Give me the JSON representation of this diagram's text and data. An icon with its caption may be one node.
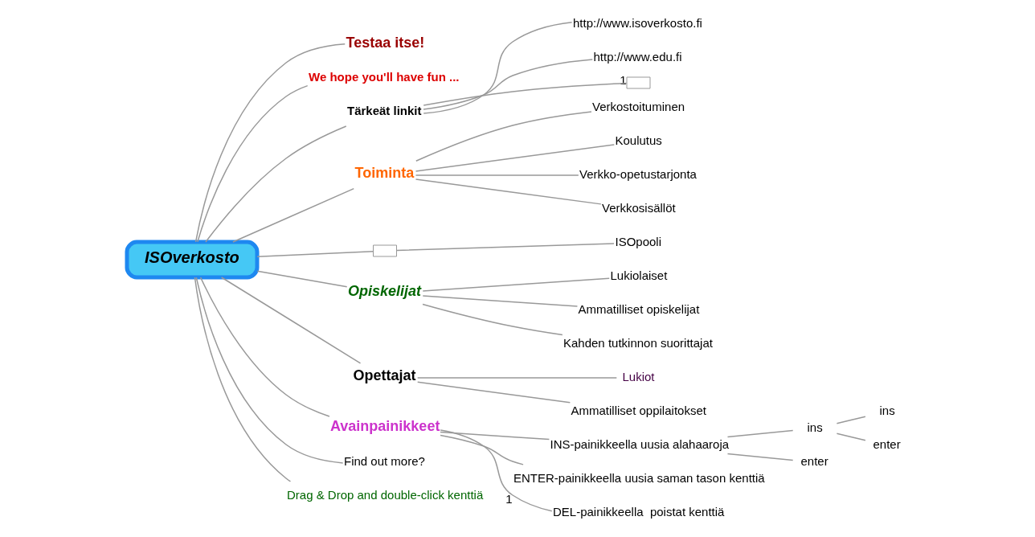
{
  "diagram": {
    "nodes": [
      {
        "text": [
          "ISOverkosto"
        ]
      },
      {
        "text": [
          "Testaa itse!"
        ]
      },
      {
        "text": [
          "We hope you'll have fun ..."
        ]
      },
      {
        "text": [
          "Tärkeät linkit"
        ]
      },
      {
        "text": [
          "http://www.isoverkosto.fi"
        ]
      },
      {
        "text": [
          "http://www.edu.fi"
        ]
      },
      {
        "text": [],
        "shape": "box",
        "beside": [
          "1"
        ]
      },
      {
        "text": [
          "Toiminta"
        ]
      },
      {
        "text": [
          "Verkostoituminen"
        ]
      },
      {
        "text": [
          "Koulutus"
        ]
      },
      {
        "text": [
          "Verkko-opetustarjonta"
        ]
      },
      {
        "text": [
          "Verkkosisällöt"
        ]
      },
      {
        "text": [],
        "shape": "box"
      },
      {
        "text": [
          "ISOpooli"
        ]
      },
      {
        "text": [
          "Opiskelijat"
        ]
      },
      {
        "text": [
          "Lukiolaiset"
        ]
      },
      {
        "text": [
          "Ammatilliset opiskelijat"
        ]
      },
      {
        "text": [
          "Kahden tutkinnon suorittajat"
        ]
      },
      {
        "text": [
          "Opettajat"
        ]
      },
      {
        "text": [
          "Lukiot"
        ]
      },
      {
        "text": [
          "Ammatilliset oppilaitokset"
        ]
      },
      {
        "text": [
          "Avainpainikkeet"
        ]
      },
      {
        "text": [
          "INS-painikkeella uusia alahaaroja"
        ]
      },
      {
        "text": [
          "ins"
        ]
      },
      {
        "text": [
          "ins"
        ]
      },
      {
        "text": [
          "enter"
        ]
      },
      {
        "text": [
          "enter"
        ]
      },
      {
        "text": [
          "ENTER-painikkeella uusia saman tason kenttiä"
        ],
        "beside": [
          "1"
        ]
      },
      {
        "text": [
          "DEL-painikkeella  poistat kenttiä"
        ]
      },
      {
        "text": [
          "Find out more?"
        ]
      },
      {
        "text": [
          "Drag & Drop and double-click kenttiä"
        ]
      }
    ],
    "edges": [
      {
        "from": 0,
        "to": 1,
        "arrow": "none"
      },
      {
        "from": 0,
        "to": 2,
        "arrow": "none"
      },
      {
        "from": 0,
        "to": 3,
        "arrow": "none"
      },
      {
        "from": 3,
        "to": 4,
        "arrow": "none"
      },
      {
        "from": 3,
        "to": 5,
        "arrow": "none"
      },
      {
        "from": 3,
        "to": 6,
        "arrow": "none"
      },
      {
        "from": 0,
        "to": 7,
        "arrow": "none"
      },
      {
        "from": 7,
        "to": 8,
        "arrow": "none"
      },
      {
        "from": 7,
        "to": 9,
        "arrow": "none"
      },
      {
        "from": 7,
        "to": 10,
        "arrow": "none"
      },
      {
        "from": 7,
        "to": 11,
        "arrow": "none"
      },
      {
        "from": 0,
        "to": 12,
        "arrow": "none"
      },
      {
        "from": 12,
        "to": 13,
        "arrow": "none"
      },
      {
        "from": 0,
        "to": 14,
        "arrow": "none"
      },
      {
        "from": 14,
        "to": 15,
        "arrow": "none"
      },
      {
        "from": 14,
        "to": 16,
        "arrow": "none"
      },
      {
        "from": 14,
        "to": 17,
        "arrow": "none"
      },
      {
        "from": 0,
        "to": 18,
        "arrow": "none"
      },
      {
        "from": 18,
        "to": 19,
        "arrow": "none"
      },
      {
        "from": 18,
        "to": 20,
        "arrow": "none"
      },
      {
        "from": 0,
        "to": 21,
        "arrow": "none"
      },
      {
        "from": 21,
        "to": 22,
        "arrow": "none"
      },
      {
        "from": 22,
        "to": 23,
        "arrow": "none"
      },
      {
        "from": 23,
        "to": 24,
        "arrow": "none"
      },
      {
        "from": 23,
        "to": 25,
        "arrow": "none"
      },
      {
        "from": 22,
        "to": 26,
        "arrow": "none"
      },
      {
        "from": 21,
        "to": 27,
        "arrow": "none"
      },
      {
        "from": 21,
        "to": 28,
        "arrow": "none"
      },
      {
        "from": 0,
        "to": 29,
        "arrow": "none"
      },
      {
        "from": 0,
        "to": 30,
        "arrow": "none"
      }
    ]
  }
}
